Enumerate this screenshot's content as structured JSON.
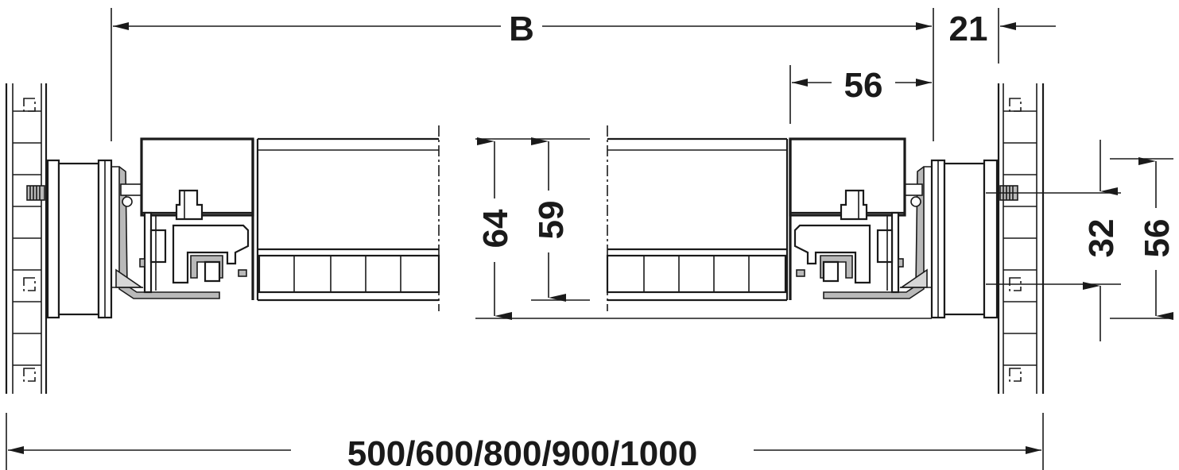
{
  "dimensions": {
    "width_b": "B",
    "offset_21": "21",
    "offset_56_top": "56",
    "height_64": "64",
    "height_59": "59",
    "spacing_32": "32",
    "spacing_56_side": "56",
    "total_length": "500/600/800/900/1000"
  },
  "colors": {
    "line": "#1a1a1a",
    "fill_gray": "#b9b9b9",
    "fill_light_gray": "#d6d6d6",
    "background": "#ffffff"
  }
}
